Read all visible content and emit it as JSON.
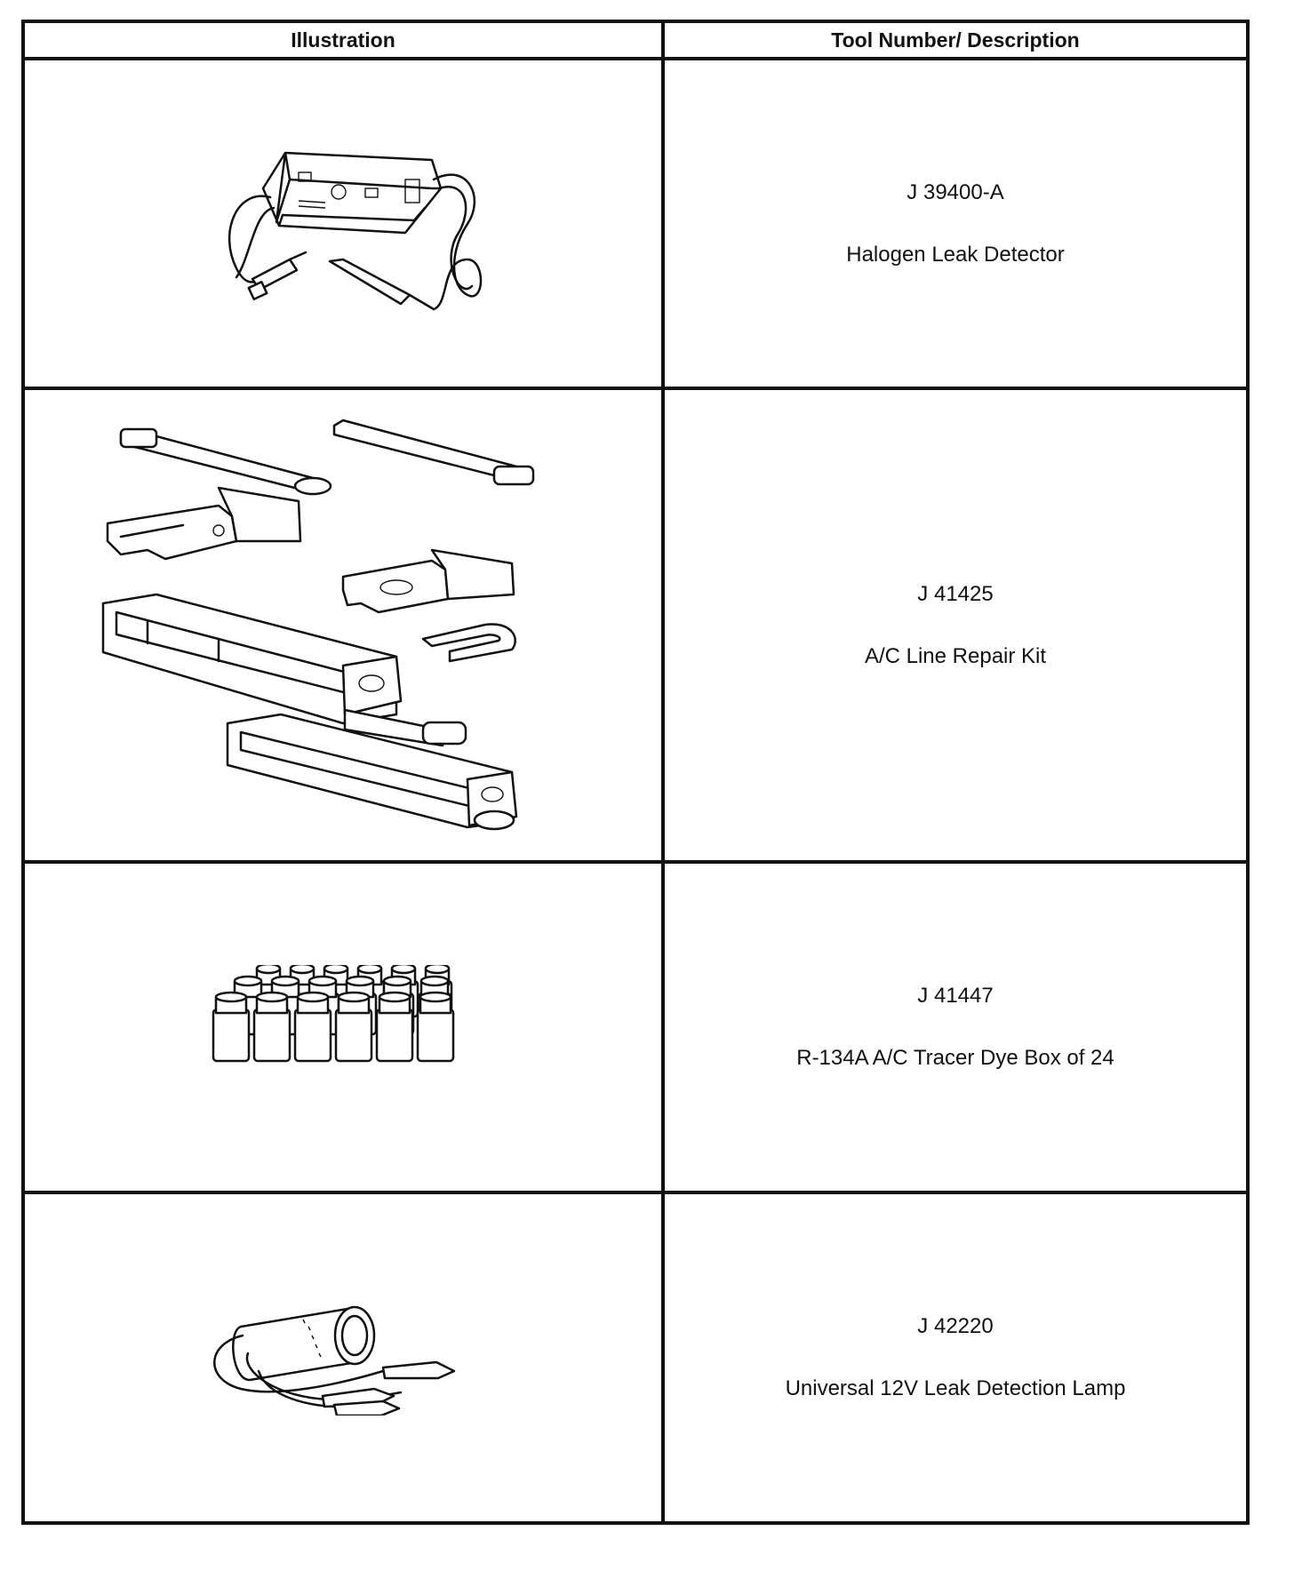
{
  "table": {
    "headers": {
      "illustration": "Illustration",
      "tool": "Tool Number/ Description"
    },
    "rows": [
      {
        "tool_number": "J 39400-A",
        "description": "Halogen Leak Detector",
        "illustration_icon": "halogen-leak-detector-illustration"
      },
      {
        "tool_number": "J 41425",
        "description": "A/C Line Repair Kit",
        "illustration_icon": "ac-line-repair-kit-illustration"
      },
      {
        "tool_number": "J 41447",
        "description": "R-134A A/C Tracer Dye Box of 24",
        "illustration_icon": "tracer-dye-box-illustration"
      },
      {
        "tool_number": "J 42220",
        "description": "Universal 12V Leak Detection Lamp",
        "illustration_icon": "leak-detection-lamp-illustration"
      }
    ]
  }
}
